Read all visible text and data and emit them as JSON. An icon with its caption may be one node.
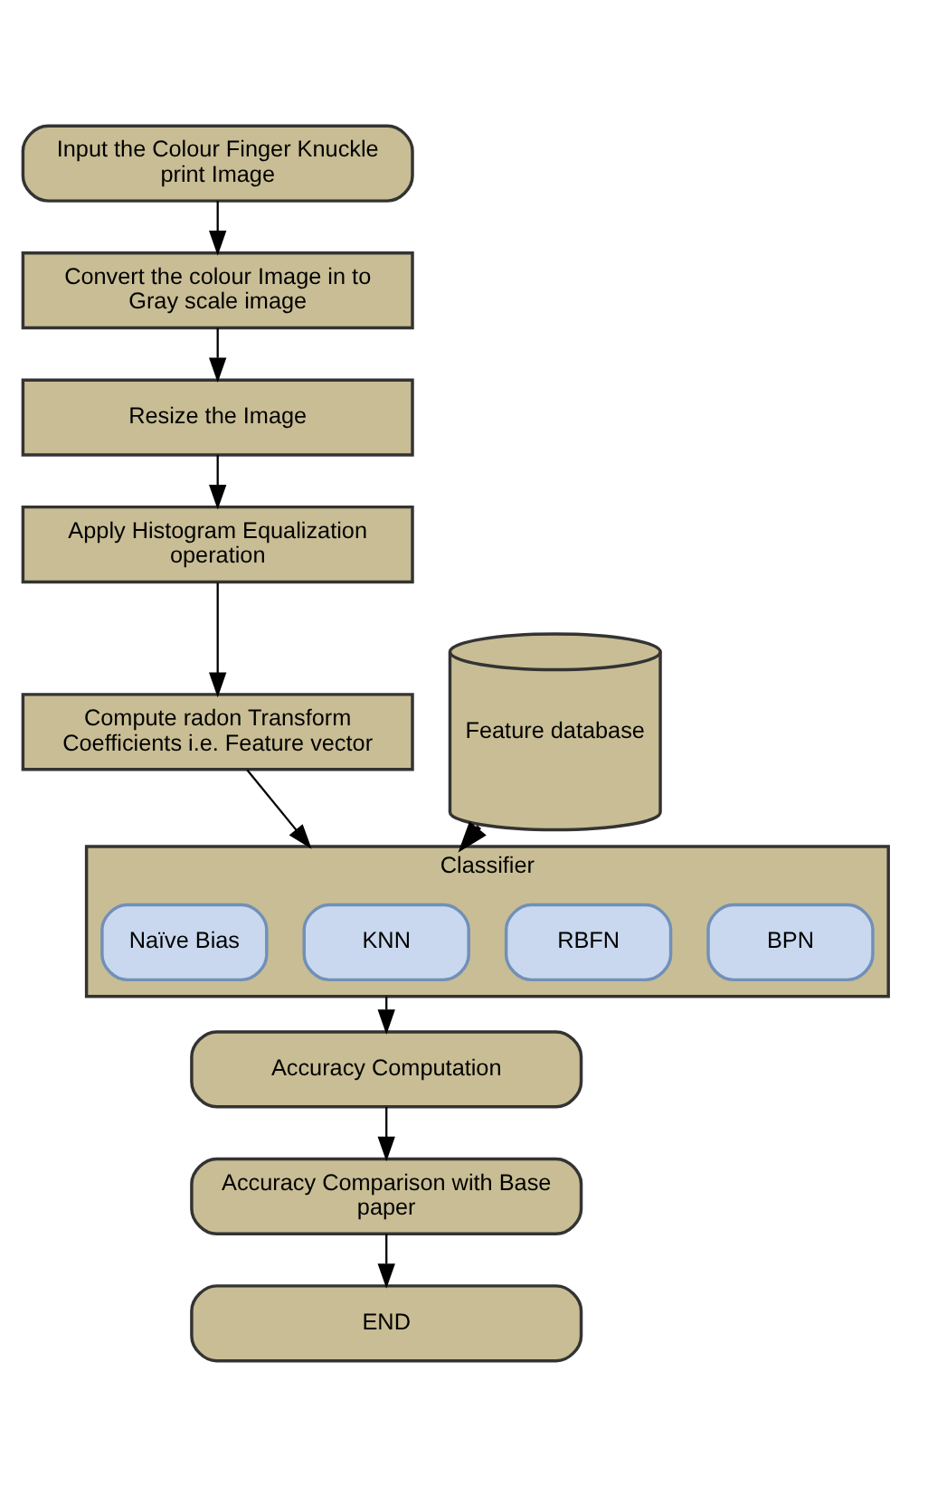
{
  "diagram": {
    "nodes": [
      {
        "text": [
          "Input the Colour Finger Knuckle print Image"
        ]
      },
      {
        "text": [
          "Convert the colour Image in to Gray scale image"
        ]
      },
      {
        "text": [
          "Resize the Image"
        ]
      },
      {
        "text": [
          "Apply Histogram Equalization operation"
        ]
      },
      {
        "text": [
          "Compute radon Transform Coefficients i.e. Feature vector"
        ]
      },
      {
        "text": [
          "Feature database"
        ]
      },
      {
        "text": [
          "Classifier"
        ]
      },
      {
        "text": [
          "BPN"
        ],
        "in": 6
      },
      {
        "text": [
          "RBFN"
        ],
        "in": 6
      },
      {
        "text": [
          "KNN"
        ],
        "in": 6
      },
      {
        "text": [
          "Naïve Bias"
        ],
        "in": 6
      },
      {
        "text": [
          "Accuracy Computation"
        ]
      },
      {
        "text": [
          "Accuracy Comparison with Base paper"
        ]
      },
      {
        "text": [
          "END"
        ]
      }
    ],
    "edges": [
      {
        "from": 0,
        "to": 1,
        "arrow": "to"
      },
      {
        "from": 1,
        "to": 2,
        "arrow": "to"
      },
      {
        "from": 2,
        "to": 3,
        "arrow": "to"
      },
      {
        "from": 3,
        "to": 4,
        "arrow": "to"
      },
      {
        "from": 4,
        "to": 6,
        "arrow": "to"
      },
      {
        "from": 5,
        "to": 6,
        "arrow": "to",
        "style": "thick"
      },
      {
        "from": 6,
        "to": 11,
        "arrow": "to"
      },
      {
        "from": 11,
        "to": 12,
        "arrow": "to"
      },
      {
        "from": 12,
        "to": 13,
        "arrow": "to"
      }
    ]
  }
}
